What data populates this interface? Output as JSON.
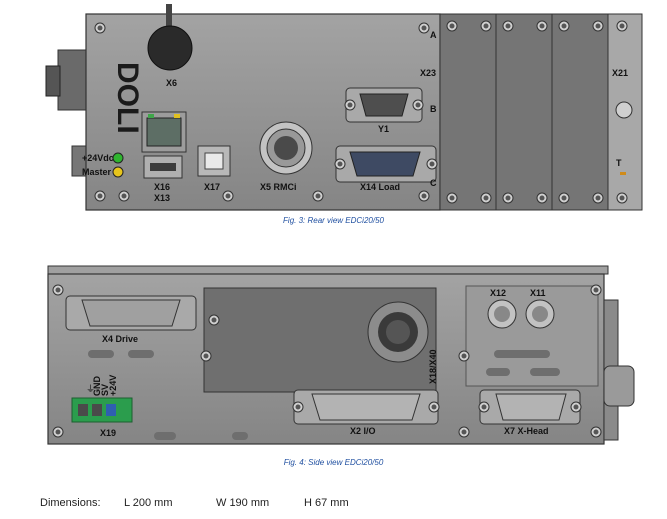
{
  "rear_view": {
    "labels": {
      "a": "A",
      "b": "B",
      "c": "C",
      "t": "T",
      "x6": "X6",
      "x23": "X23",
      "x21": "X21",
      "y1": "Y1",
      "x16": "X16",
      "x13": "X13",
      "x17": "X17",
      "x5": "X5 RMCi",
      "x14": "X14 Load",
      "p24": "+24Vdc",
      "master": "Master"
    },
    "logo": "DOLI",
    "caption": "Fig. 3: Rear view EDCi20/50"
  },
  "side_view": {
    "labels": {
      "x4": "X4 Drive",
      "x12": "X12",
      "x11": "X11",
      "x18": "X18/X40",
      "x2": "X2  I/O",
      "x7": "X7 X-Head",
      "x19": "X19",
      "gnd": "GND",
      "sv": "SV",
      "p24": "+24V"
    },
    "caption": "Fig. 4: Side view EDCi20/50"
  },
  "dimensions": {
    "label": "Dimensions:",
    "length": "L 200 mm",
    "width": "W 190 mm",
    "height": "H 67 mm"
  },
  "colors": {
    "housing": "#8e8e8e",
    "housing_dark": "#6f6f6f",
    "panel": "#757575",
    "led_green": "#2fb52f",
    "led_yellow": "#e7c51c",
    "terminal_green": "#2b9d4d",
    "caption_blue": "#1f4fa0"
  }
}
